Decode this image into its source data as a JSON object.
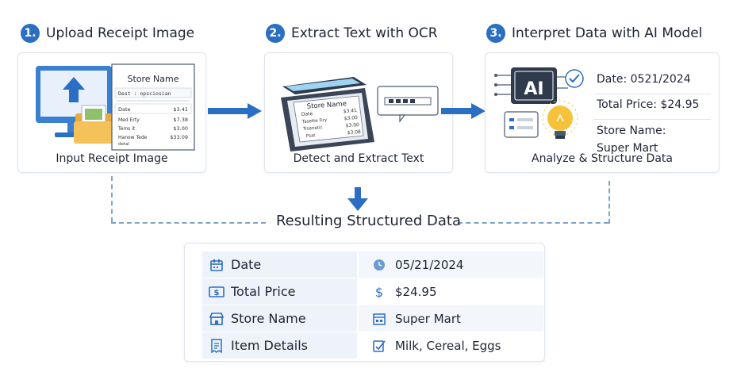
{
  "steps": [
    {
      "num": "1.",
      "title": "Upload Receipt Image",
      "caption": "Input Receipt Image"
    },
    {
      "num": "2.",
      "title": "Extract Text with OCR",
      "caption": "Detect and Extract Text"
    },
    {
      "num": "3.",
      "title": "Interpret Data with AI Model",
      "caption": "Analyze & Structure Data"
    }
  ],
  "receipt1": {
    "store": "Store Name",
    "field": "Dest : opsciosian",
    "lines": [
      {
        "label": "Date",
        "value": "$3.41"
      },
      {
        "label": "Med Erty",
        "value": "$7.38"
      },
      {
        "label": "Tems it",
        "value": "$3.00"
      },
      {
        "label": "Hanow Tede",
        "value": "$33.09"
      }
    ],
    "subnote": "detal"
  },
  "receipt2": {
    "store": "Store Name",
    "lines": [
      {
        "label": "Date",
        "value": "$3.41"
      },
      {
        "label": "Tasette Firy",
        "value": "$3.00"
      },
      {
        "label": "Trsenetic",
        "value": "$3.00"
      },
      {
        "label": "Psat",
        "value": "$3.08"
      }
    ]
  },
  "ai_badge": "AI",
  "interpretation": {
    "date": "Date: 0521/2024",
    "total": "Total Price: $24.95",
    "store_label": "Store Name:",
    "store_value": "Super Mart"
  },
  "result_title": "Resulting Structured Data",
  "table": [
    {
      "key": "Date",
      "value": "05/21/2024",
      "key_icon": "calendar-icon",
      "value_icon": "clock-icon"
    },
    {
      "key": "Total Price",
      "value": "$24.95",
      "key_icon": "money-icon",
      "value_icon": "dollar-icon"
    },
    {
      "key": "Store Name",
      "value": "Super Mart",
      "key_icon": "storefront-icon",
      "value_icon": "store-building-icon"
    },
    {
      "key": "Item Details",
      "value": "Milk, Cereal, Eggs",
      "key_icon": "receipt-list-icon",
      "value_icon": "edit-check-icon"
    }
  ],
  "colors": {
    "accent": "#2b6fc4",
    "dash": "#7ea3cf",
    "border": "#dfe5ec",
    "bulb": "#f5c23a"
  }
}
